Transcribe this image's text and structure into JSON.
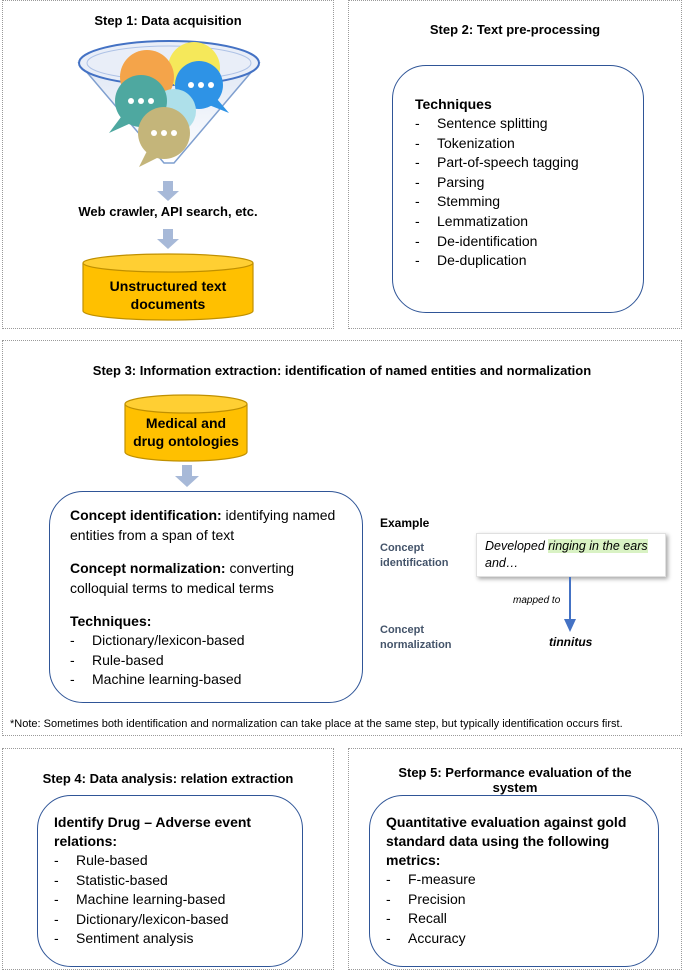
{
  "step1": {
    "title": "Step 1: Data acquisition",
    "source_label": "Web crawler, API search, etc.",
    "cylinder_line1": "Unstructured text",
    "cylinder_line2": "documents"
  },
  "step2": {
    "title": "Step 2: Text pre-processing",
    "techniques_heading": "Techniques",
    "techniques": [
      "Sentence splitting",
      "Tokenization",
      "Part-of-speech tagging",
      "Parsing",
      "Stemming",
      "Lemmatization",
      "De-identification",
      "De-duplication"
    ]
  },
  "step3": {
    "title": "Step 3: Information extraction: identification of named entities and normalization",
    "cylinder_line1": "Medical and",
    "cylinder_line2": "drug ontologies",
    "identification_bold": "Concept identification:",
    "identification_text": " identifying named entities from a span of text",
    "normalization_bold": "Concept normalization:",
    "normalization_text": " converting colloquial terms to medical terms",
    "techniques_heading": "Techniques:",
    "techniques": [
      "Dictionary/lexicon-based",
      "Rule-based",
      "Machine learning-based"
    ],
    "example": {
      "heading": "Example",
      "identification_label_1": "Concept",
      "identification_label_2": "identification",
      "normalization_label_1": "Concept",
      "normalization_label_2": "normalization",
      "text_before": "Developed ",
      "text_highlight": "ringing in the ears",
      "text_after": "and…",
      "mapped_label": "mapped to",
      "normalized_term": "tinnitus"
    },
    "note": "*Note: Sometimes both identification and normalization can take place at the same step, but typically identification occurs first."
  },
  "step4": {
    "title": "Step 4: Data analysis: relation extraction",
    "heading_line1": "Identify Drug – Adverse event",
    "heading_line2": "relations:",
    "techniques": [
      "Rule-based",
      "Statistic-based",
      "Machine learning-based",
      "Dictionary/lexicon-based",
      "Sentiment analysis"
    ]
  },
  "step5": {
    "title_line1": "Step 5: Performance evaluation of the",
    "title_line2": "system",
    "heading_line1": "Quantitative evaluation against gold",
    "heading_line2": "standard data using the following",
    "heading_line3": "metrics:",
    "metrics": [
      "F-measure",
      "Precision",
      "Recall",
      "Accuracy"
    ]
  },
  "colors": {
    "cylinder_fill": "#ffc000",
    "cylinder_stroke": "#c09000",
    "box_border": "#2f5597",
    "arrow": "#a7b9d8",
    "blue_arrow": "#4472c4",
    "label_blue": "#44546a",
    "highlight": "#d9f2c4"
  }
}
